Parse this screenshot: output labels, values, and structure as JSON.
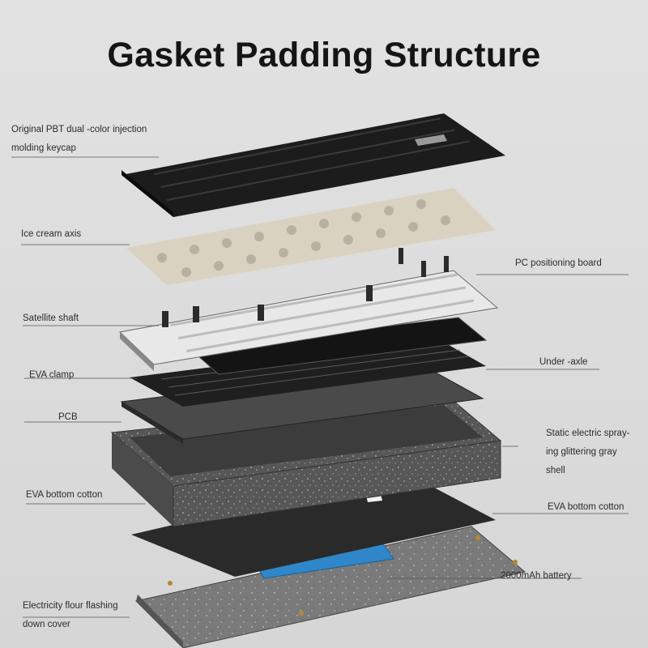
{
  "title": "Gasket Padding Structure",
  "labels": {
    "keycap": [
      "Original PBT dual -color injection",
      "molding keycap"
    ],
    "switch": "Ice cream axis",
    "pc_plate": "PC positioning board",
    "stabilizer": "Satellite shaft",
    "under_axle": "Under -axle",
    "eva_clamp": "EVA clamp",
    "pcb": "PCB",
    "shell": [
      "Static electric spray-",
      "ing glittering gray",
      "shell"
    ],
    "eva_left": "EVA bottom cotton",
    "eva_right": "EVA bottom cotton",
    "battery": "2000mAh battery",
    "bottom_cover": [
      "Electricity flour flashing",
      "down cover"
    ]
  },
  "colors": {
    "background": "#dcdcdc",
    "keycap": "#1c1c1c",
    "switch": "#d8d1bf",
    "battery": "#2f86c8",
    "shell": "#5e5e5e"
  }
}
